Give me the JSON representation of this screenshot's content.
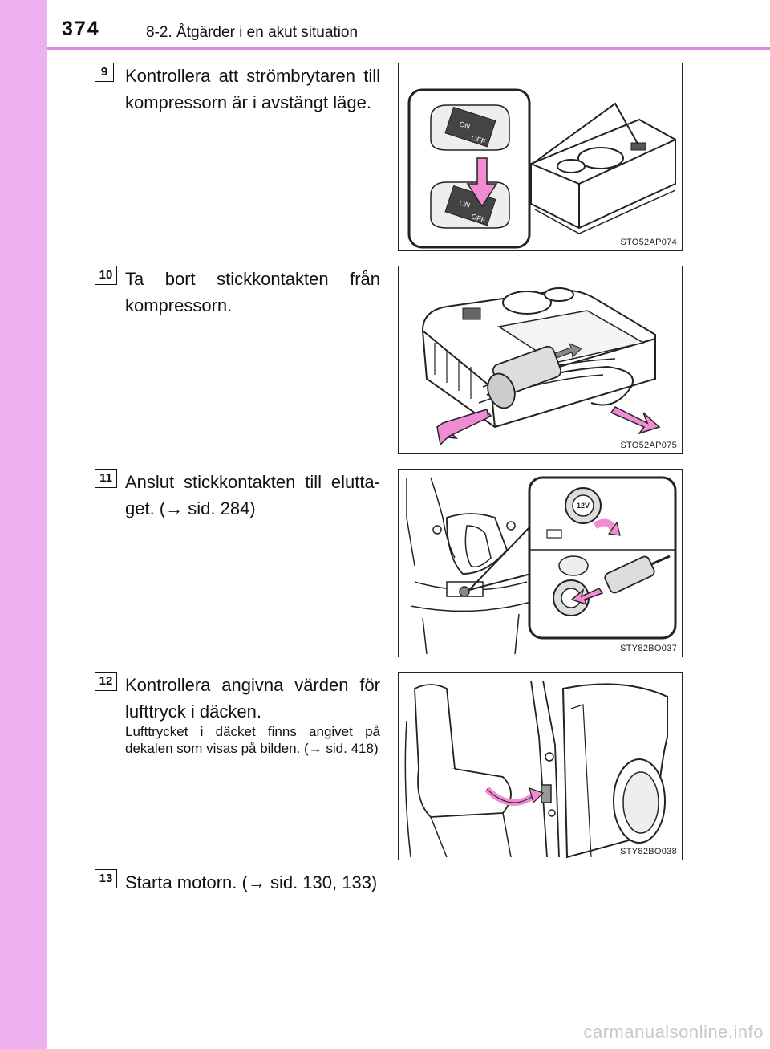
{
  "header": {
    "page_number": "374",
    "section_title": "8-2. Åtgärder i en akut situation"
  },
  "steps": [
    {
      "number": "9",
      "text": "Kontrollera att strömbrytaren till kompressorn är i avstängt läge.",
      "figure_code": "STO52AP074",
      "switch_on": "ON",
      "switch_off": "OFF"
    },
    {
      "number": "10",
      "text": "Ta bort stickkontakten från kompressorn.",
      "figure_code": "STO52AP075"
    },
    {
      "number": "11",
      "text": "Anslut stickkontakten till elutta-get. (→ sid. 284)",
      "figure_code": "STY82BO037",
      "socket_label": "12V"
    },
    {
      "number": "12",
      "text": "Kontrollera angivna värden för lufttryck i däcken.",
      "note": "Lufttrycket i däcket finns angivet på dekalen som visas på bilden. (→ sid. 418)",
      "figure_code": "STY82BO038"
    },
    {
      "number": "13",
      "text": "Starta motorn. (→ sid. 130, 133)"
    }
  ],
  "watermark": "carmanualsonline.info",
  "colors": {
    "side_band": "#efb0ef",
    "header_rule": "#d98ad9",
    "arrow_pink": "#f08bd4"
  }
}
